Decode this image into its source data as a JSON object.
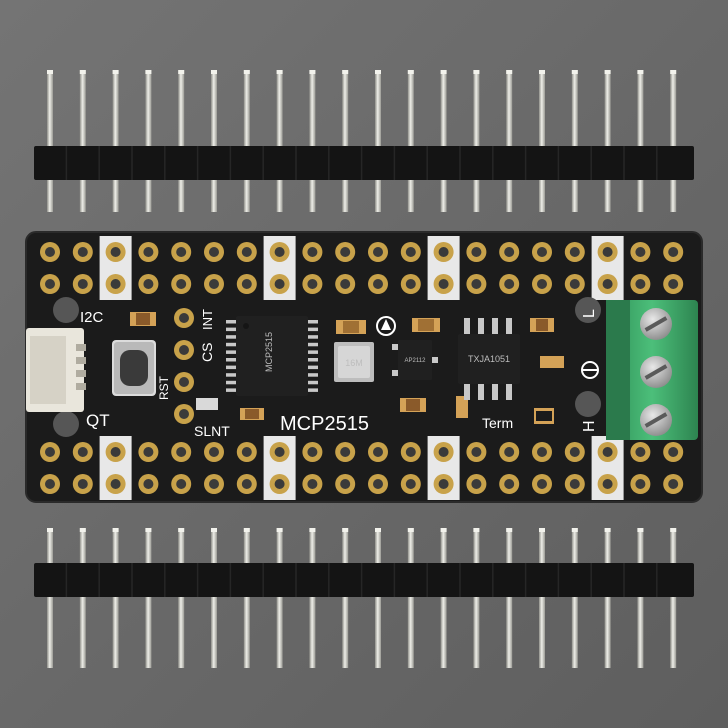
{
  "photo": {
    "subject": "breakout-board",
    "colors": {
      "background": "#6e6e6e",
      "pcb": "#1b1b1b",
      "silkscreen": "#ffffff",
      "gold_pad": "#c8a24a",
      "header_plastic": "#141414",
      "pin_metal": "#cfcfc7",
      "terminal_block": "#3ea86a"
    },
    "header_pin_count": 20
  },
  "board": {
    "labels": {
      "title": "MCP2515",
      "i2c": "I2C",
      "qt": "QT",
      "rst": "RST",
      "cs": "CS",
      "int": "INT",
      "slnt": "SLNT",
      "term": "Term",
      "can_l": "L",
      "can_h": "H"
    },
    "chip_marks": {
      "controller": "MCP2515",
      "transceiver": "TXJA1051",
      "regulator": "AP2112",
      "crystal": "16M"
    }
  }
}
